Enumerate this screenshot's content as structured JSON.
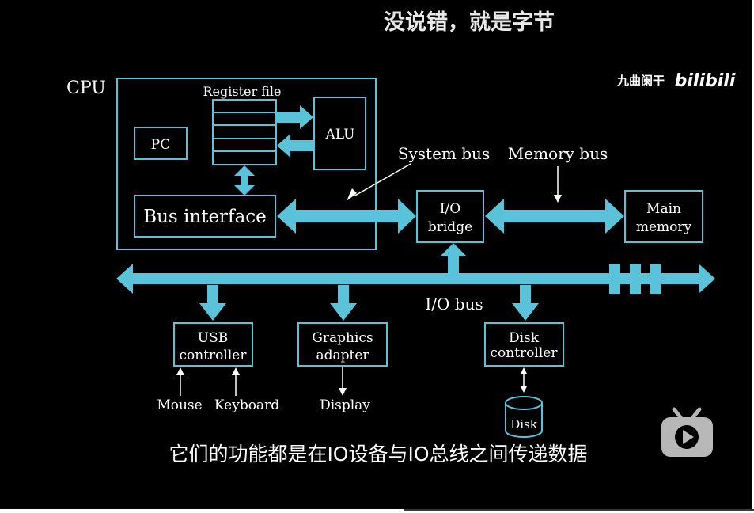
{
  "video": {
    "title_caption": "没说错，就是字节",
    "subtitle": "它们的功能都是在IO设备与IO总线之间传递数据",
    "watermark": {
      "author": "九曲阑干",
      "site": "bilibili"
    },
    "play_icon": "tv-play-icon"
  },
  "diagram": {
    "cpu_label": "CPU",
    "register_file_label": "Register file",
    "pc_label": "PC",
    "alu_label": "ALU",
    "bus_interface_label": "Bus interface",
    "system_bus_label": "System bus",
    "memory_bus_label": "Memory bus",
    "io_bridge_label_line1": "I/O",
    "io_bridge_label_line2": "bridge",
    "main_memory_label_line1": "Main",
    "main_memory_label_line2": "memory",
    "io_bus_label": "I/O bus",
    "usb_label_line1": "USB",
    "usb_label_line2": "controller",
    "graphics_label_line1": "Graphics",
    "graphics_label_line2": "adapter",
    "disk_ctrl_label_line1": "Disk",
    "disk_ctrl_label_line2": "controller",
    "mouse_label": "Mouse",
    "keyboard_label": "Keyboard",
    "display_label": "Display",
    "disk_label": "Disk"
  },
  "colors": {
    "accent": "#5bc3d9",
    "background": "#000000",
    "text": "#ffffff"
  }
}
